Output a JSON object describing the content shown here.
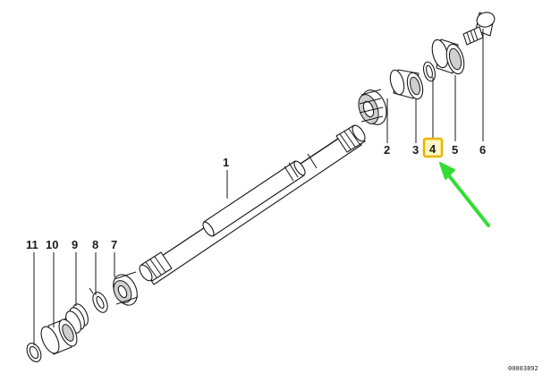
{
  "diagram": {
    "callouts": [
      {
        "id": "1",
        "label": "1"
      },
      {
        "id": "2",
        "label": "2"
      },
      {
        "id": "3",
        "label": "3"
      },
      {
        "id": "4",
        "label": "4"
      },
      {
        "id": "5",
        "label": "5"
      },
      {
        "id": "6",
        "label": "6"
      },
      {
        "id": "7",
        "label": "7"
      },
      {
        "id": "8",
        "label": "8"
      },
      {
        "id": "9",
        "label": "9"
      },
      {
        "id": "10",
        "label": "10"
      },
      {
        "id": "11",
        "label": "11"
      }
    ],
    "highlighted_callout": "4",
    "highlight_color": "#e8b400",
    "arrow_color": "#33dd33",
    "drawing_number": "00003892"
  }
}
